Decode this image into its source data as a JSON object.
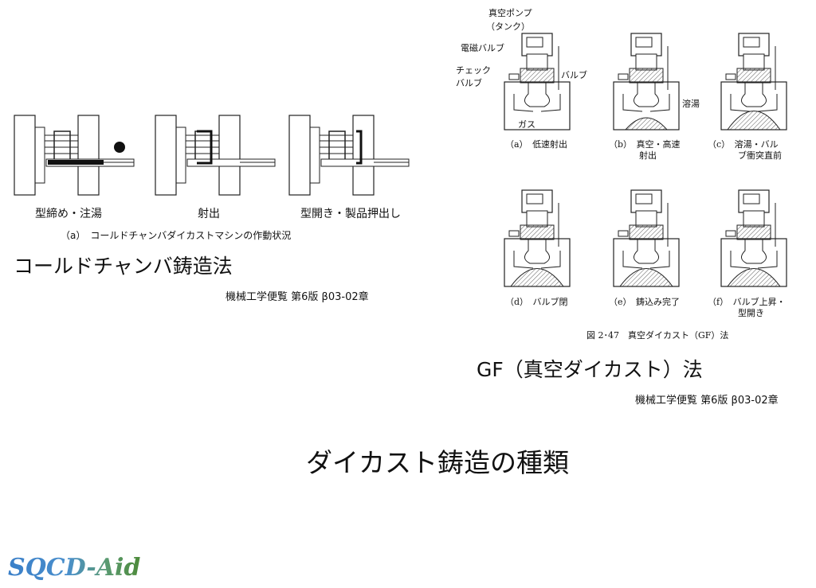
{
  "cold_chamber": {
    "steps": [
      "型締め・注湯",
      "射出",
      "型開き・製品押出し"
    ],
    "caption": "（a）　コールドチャンバダイカストマシンの作動状況",
    "title": "コールドチャンバ鋳造法",
    "source": "機械工学便覧 第6版 β03-02章"
  },
  "gf": {
    "labels": {
      "pump": "真空ポンプ",
      "tank": "（タンク）",
      "solenoid": "電磁バルブ",
      "check1": "チェック",
      "check2": "バルブ",
      "valve": "バルブ",
      "gas": "ガス",
      "melt": "溶湯"
    },
    "panels": [
      {
        "id": "（a）",
        "l1": "低速射出",
        "l2": ""
      },
      {
        "id": "（b）",
        "l1": "真空・高速",
        "l2": "射出"
      },
      {
        "id": "（c）",
        "l1": "溶湯・バル",
        "l2": "ブ衝突直前"
      },
      {
        "id": "（d）",
        "l1": "バルブ閉",
        "l2": ""
      },
      {
        "id": "（e）",
        "l1": "鋳込み完了",
        "l2": ""
      },
      {
        "id": "（f）",
        "l1": "バルブ上昇・",
        "l2": "型開き"
      }
    ],
    "figure_caption": "図 2･47　真空ダイカスト（GF）法",
    "title": "GF（真空ダイカスト）法",
    "source": "機械工学便覧 第6版 β03-02章"
  },
  "slide_title": "ダイカスト鋳造の種類",
  "logo": "SQCD-Aid"
}
